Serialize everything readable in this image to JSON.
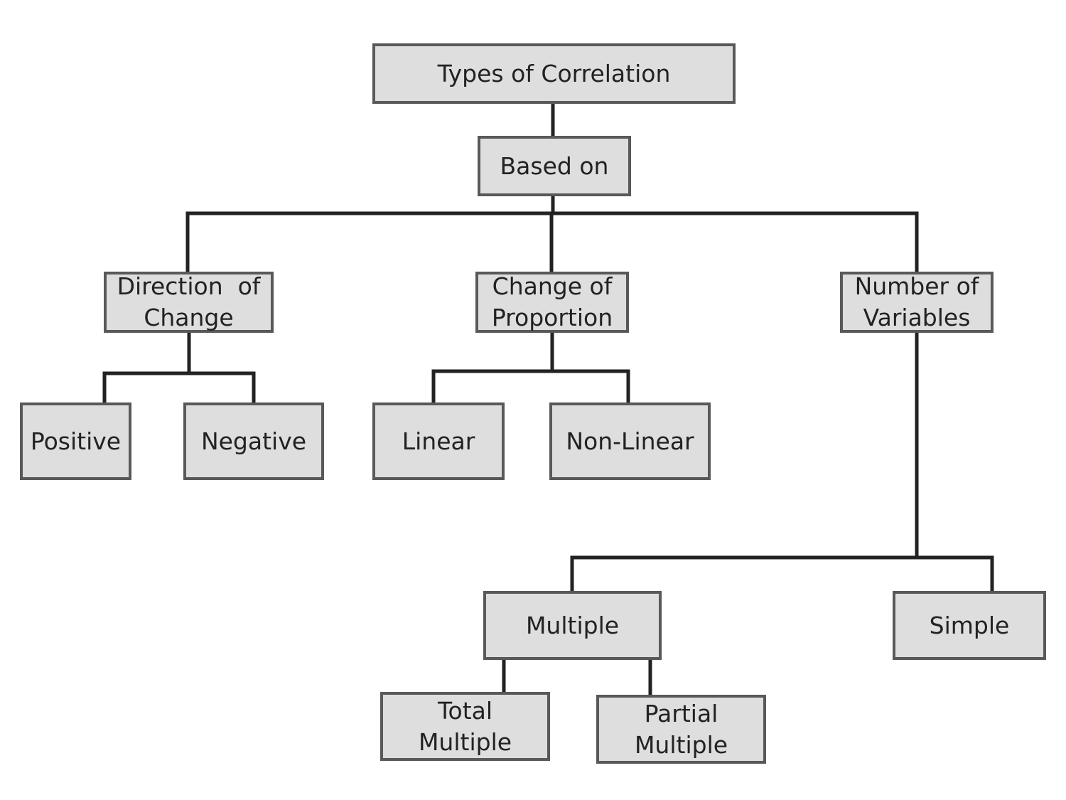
{
  "nodes": {
    "root": "Types of Correlation",
    "based_on": "Based on",
    "direction": "Direction  of\nChange",
    "proportion": "Change of\nProportion",
    "variables": "Number of\nVariables",
    "positive": "Positive",
    "negative": "Negative",
    "linear": "Linear",
    "nonlinear": "Non-Linear",
    "multiple": "Multiple",
    "simple": "Simple",
    "total_multiple": "Total\nMultiple",
    "partial_multiple": "Partial\nMultiple"
  }
}
